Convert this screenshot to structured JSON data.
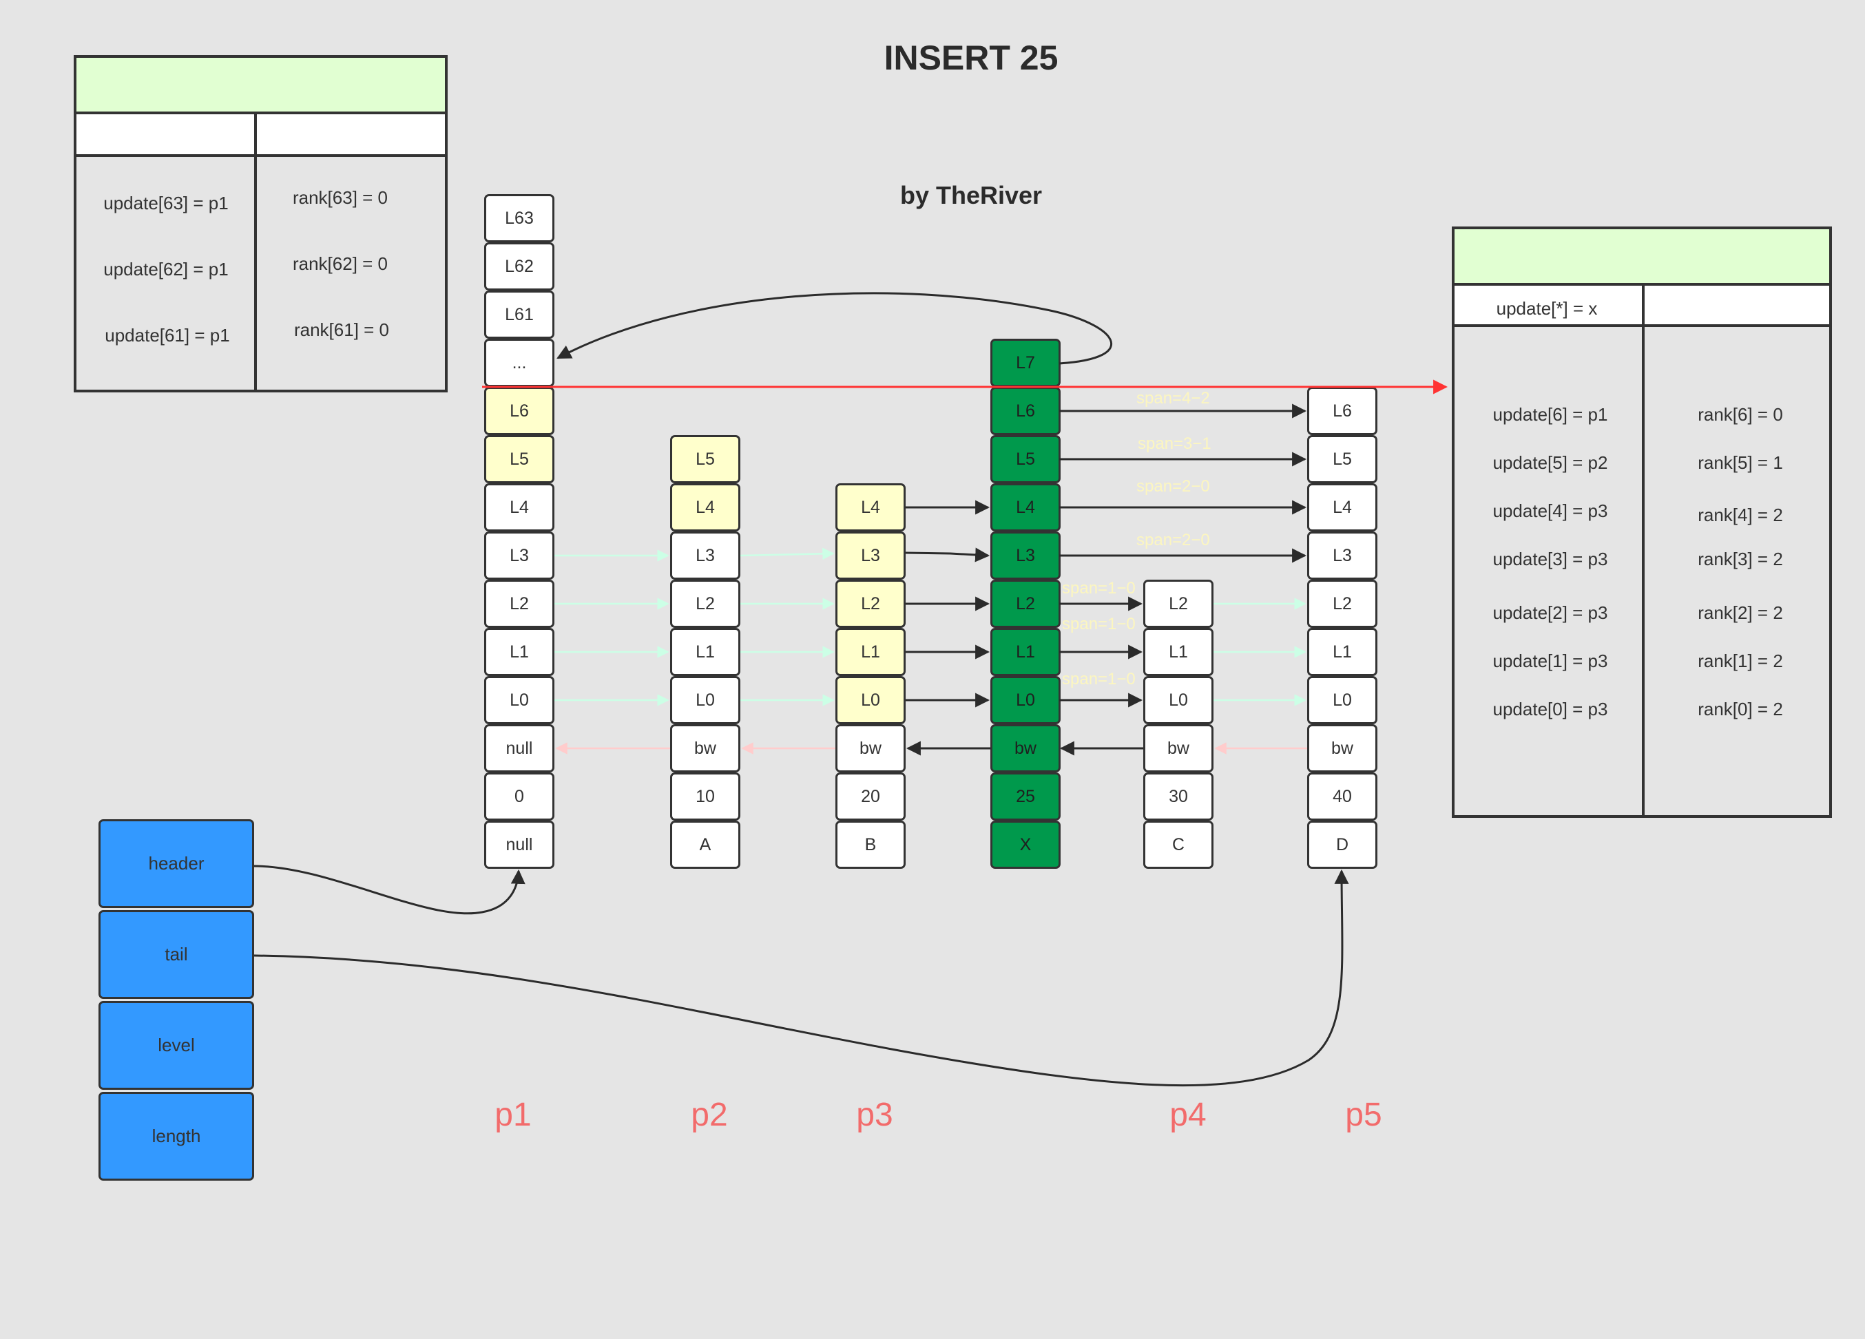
{
  "title": "INSERT 25",
  "subtitle": "by TheRiver",
  "colors": {
    "background": "#e5e5e5",
    "node_white": "#ffffff",
    "node_yellow": "#ffffcc",
    "node_green": "#00994c",
    "header_blue": "#3399ff",
    "table_head": "#e1ffd2",
    "node_label_red": "#f26b6b",
    "red_arrow": "#ff3333"
  },
  "nodes": [
    {
      "id": "p1",
      "label": "p1",
      "levels": [
        "L63",
        "L62",
        "L61",
        "...",
        "L6",
        "L5",
        "L4",
        "L3",
        "L2",
        "L1",
        "L0"
      ],
      "highlighted_levels": [
        "L6",
        "L5"
      ],
      "backward": "null",
      "score": "0",
      "value": "null"
    },
    {
      "id": "p2",
      "label": "p2",
      "levels": [
        "L5",
        "L4",
        "L3",
        "L2",
        "L1",
        "L0"
      ],
      "highlighted_levels": [
        "L5",
        "L4"
      ],
      "backward": "bw",
      "score": "10",
      "value": "A"
    },
    {
      "id": "p3",
      "label": "p3",
      "levels": [
        "L4",
        "L3",
        "L2",
        "L1",
        "L0"
      ],
      "highlighted_levels": [
        "L4",
        "L3",
        "L2",
        "L1",
        "L0"
      ],
      "backward": "bw",
      "score": "20",
      "value": "B"
    },
    {
      "id": "x",
      "label": "",
      "levels": [
        "L7",
        "L6",
        "L5",
        "L4",
        "L3",
        "L2",
        "L1",
        "L0"
      ],
      "highlighted_levels": [],
      "new_node": true,
      "backward": "bw",
      "score": "25",
      "value": "X"
    },
    {
      "id": "p4",
      "label": "p4",
      "levels": [
        "L2",
        "L1",
        "L0"
      ],
      "highlighted_levels": [],
      "backward": "bw",
      "score": "30",
      "value": "C"
    },
    {
      "id": "p5",
      "label": "p5",
      "levels": [
        "L6",
        "L5",
        "L4",
        "L3",
        "L2",
        "L1",
        "L0"
      ],
      "highlighted_levels": [],
      "backward": "bw",
      "score": "40",
      "value": "D"
    }
  ],
  "span_labels": [
    "span=4−2",
    "span=3−1",
    "span=2−0",
    "span=2−0",
    "span=1−0",
    "span=1−0",
    "span=1−0"
  ],
  "list_header": {
    "fields": [
      "header",
      "tail",
      "level",
      "length"
    ]
  },
  "table_left": {
    "update": [
      "update[63] = p1",
      "update[62] = p1",
      "update[61] = p1"
    ],
    "rank": [
      "rank[63] = 0",
      "rank[62] = 0",
      "rank[61] = 0"
    ]
  },
  "table_right": {
    "subheader": "update[*] = x",
    "update": [
      "update[6] = p1",
      "update[5] = p2",
      "update[4] = p3",
      "update[3] = p3",
      "update[2] = p3",
      "update[1] = p3",
      "update[0] = p3"
    ],
    "rank": [
      "rank[6] = 0",
      "rank[5] = 1",
      "rank[4] = 2",
      "rank[3] = 2",
      "rank[2] = 2",
      "rank[1] = 2",
      "rank[0] = 2"
    ]
  }
}
